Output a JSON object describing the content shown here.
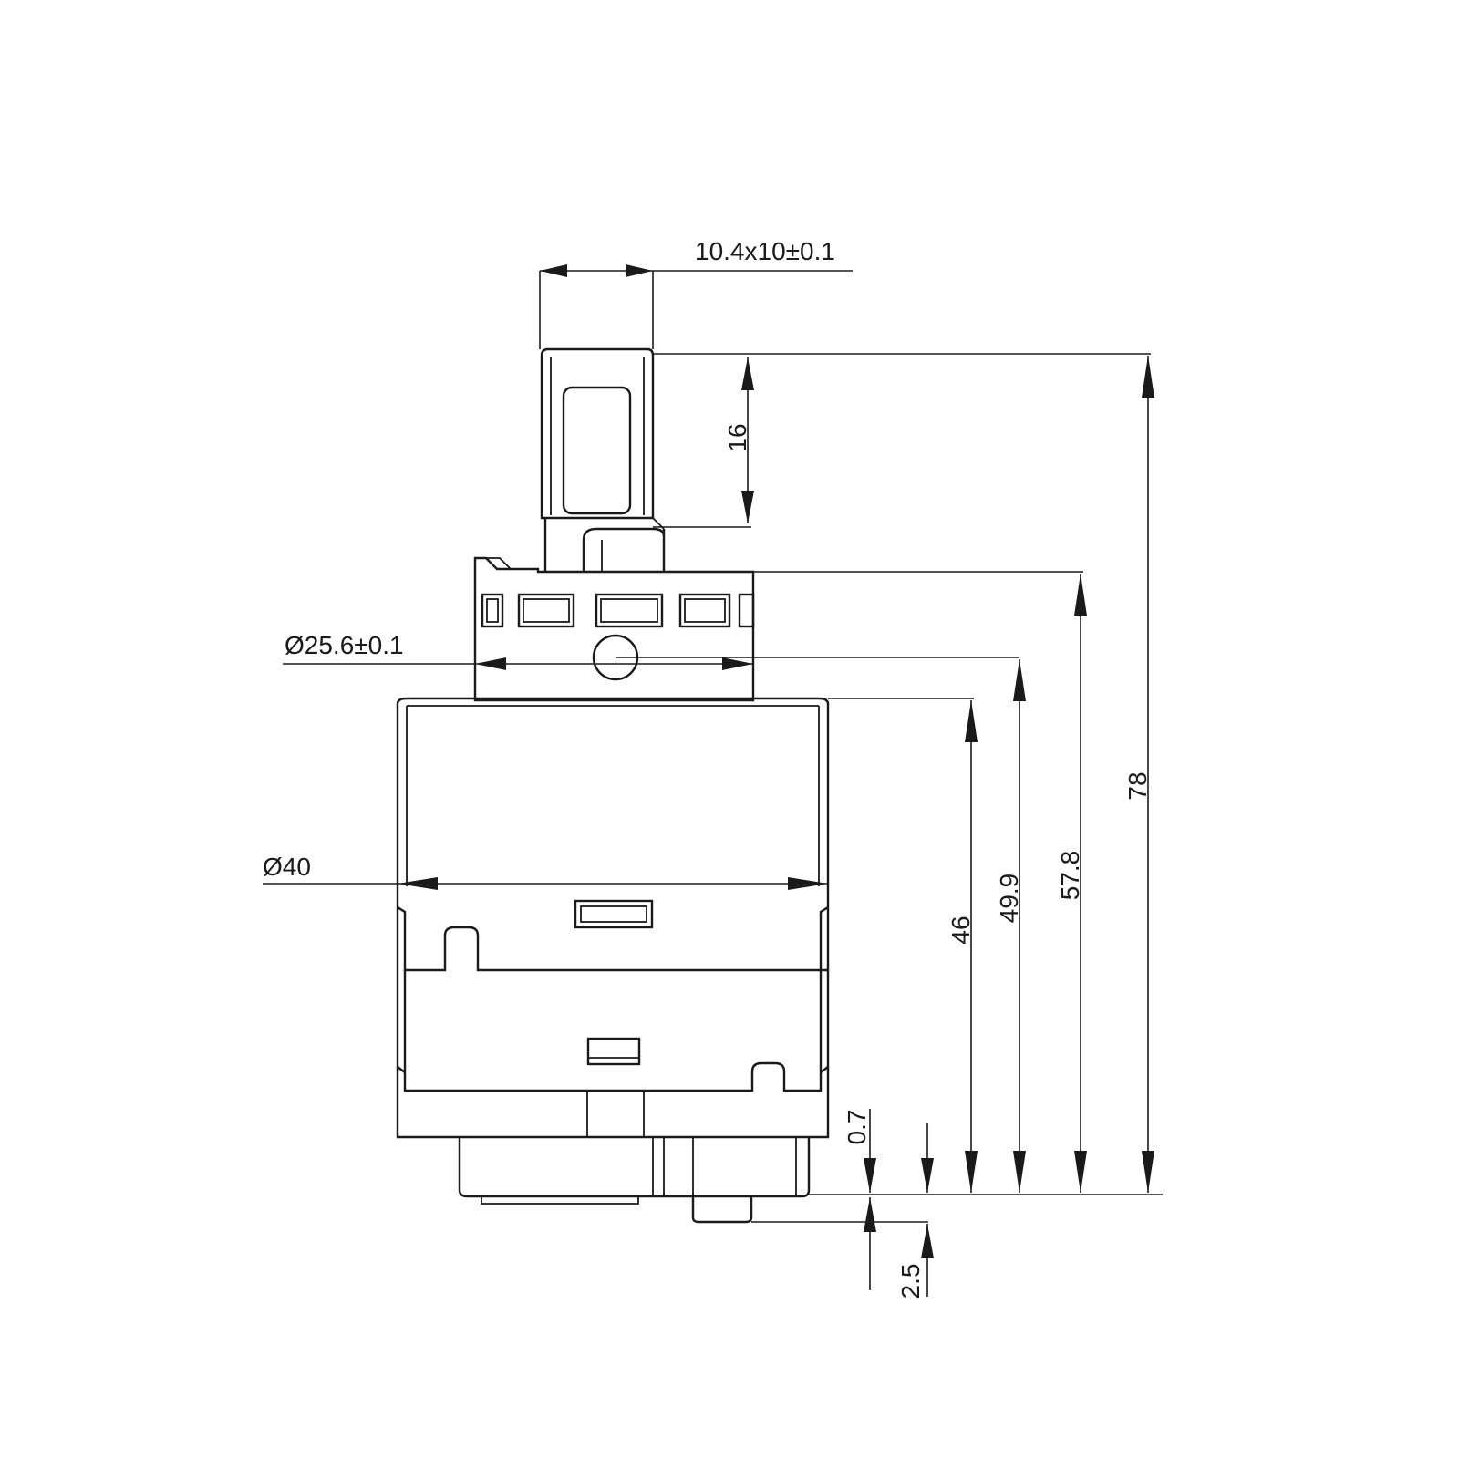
{
  "dimensions": {
    "stem_width": "10.4x10±0.1",
    "stem_height": "16",
    "top_diameter": "Ø25.6±0.1",
    "body_diameter": "Ø40",
    "height_46": "46",
    "height_49_9": "49.9",
    "height_57_8": "57.8",
    "height_78": "78",
    "offset_0_7": "0.7",
    "offset_2_5": "2.5"
  }
}
